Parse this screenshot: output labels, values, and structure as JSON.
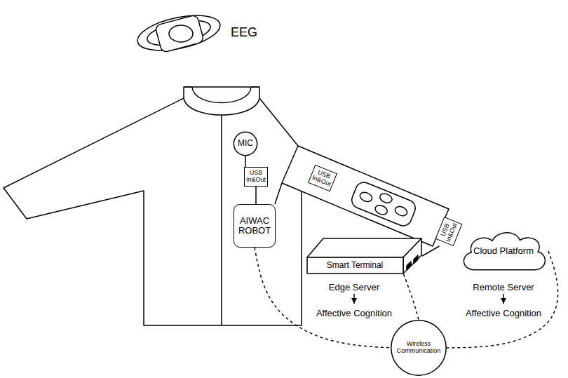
{
  "diagram": {
    "nodes": [
      {
        "text": [
          "MIC"
        ]
      },
      {
        "text": [
          "USB In&Out"
        ]
      },
      {
        "text": [
          "AIWAC ROBOT"
        ]
      },
      {
        "text": [
          "USB In&Out"
        ]
      },
      {
        "text": [
          "USB In&Out"
        ]
      },
      {
        "text": [
          "Smart Terminal"
        ]
      },
      {
        "text": [
          "Cloud Platform"
        ]
      },
      {
        "text": [
          "Wireless Communication"
        ]
      }
    ],
    "edges": [
      {
        "from": 0,
        "to": 1,
        "arrow": "none"
      },
      {
        "from": 1,
        "to": 2,
        "arrow": "none"
      },
      {
        "from": 4,
        "to": 5,
        "arrow": "none"
      },
      {
        "from": 2,
        "to": 7,
        "arrow": "none"
      },
      {
        "from": 5,
        "to": 7,
        "arrow": "none"
      },
      {
        "from": 6,
        "to": 7,
        "arrow": "none"
      }
    ],
    "labels": [
      "EEG",
      "Edge Server",
      "Affective Cognition",
      "Remote Server",
      "Affective Cognition"
    ]
  }
}
